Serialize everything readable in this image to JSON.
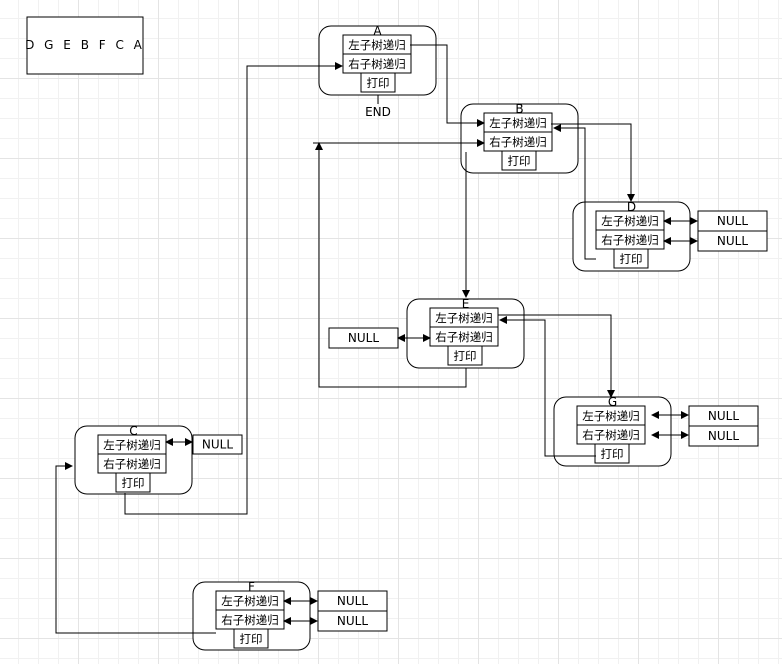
{
  "result": "D G E B F C A",
  "end_label": "END",
  "nodes": [
    {
      "id": "A",
      "label": "A",
      "left": "左子树递归",
      "right": "右子树递归",
      "print": "打印"
    },
    {
      "id": "B",
      "label": "B",
      "left": "左子树递归",
      "right": "右子树递归",
      "print": "打印"
    },
    {
      "id": "D",
      "label": "D",
      "left": "左子树递归",
      "right": "右子树递归",
      "print": "打印"
    },
    {
      "id": "E",
      "label": "E",
      "left": "左子树递归",
      "right": "右子树递归",
      "print": "打印"
    },
    {
      "id": "G",
      "label": "G",
      "left": "左子树递归",
      "right": "右子树递归",
      "print": "打印"
    },
    {
      "id": "C",
      "label": "C",
      "left": "左子树递归",
      "right": "右子树递归",
      "print": "打印"
    },
    {
      "id": "F",
      "label": "F",
      "left": "左子树递归",
      "right": "右子树递归",
      "print": "打印"
    }
  ],
  "null_boxes": [
    {
      "id": "d-left",
      "text": "NULL"
    },
    {
      "id": "d-right",
      "text": "NULL"
    },
    {
      "id": "e-left",
      "text": "NULL"
    },
    {
      "id": "g-left",
      "text": "NULL"
    },
    {
      "id": "g-right",
      "text": "NULL"
    },
    {
      "id": "c-left",
      "text": "NULL"
    },
    {
      "id": "f-left",
      "text": "NULL"
    },
    {
      "id": "f-right",
      "text": "NULL"
    }
  ]
}
